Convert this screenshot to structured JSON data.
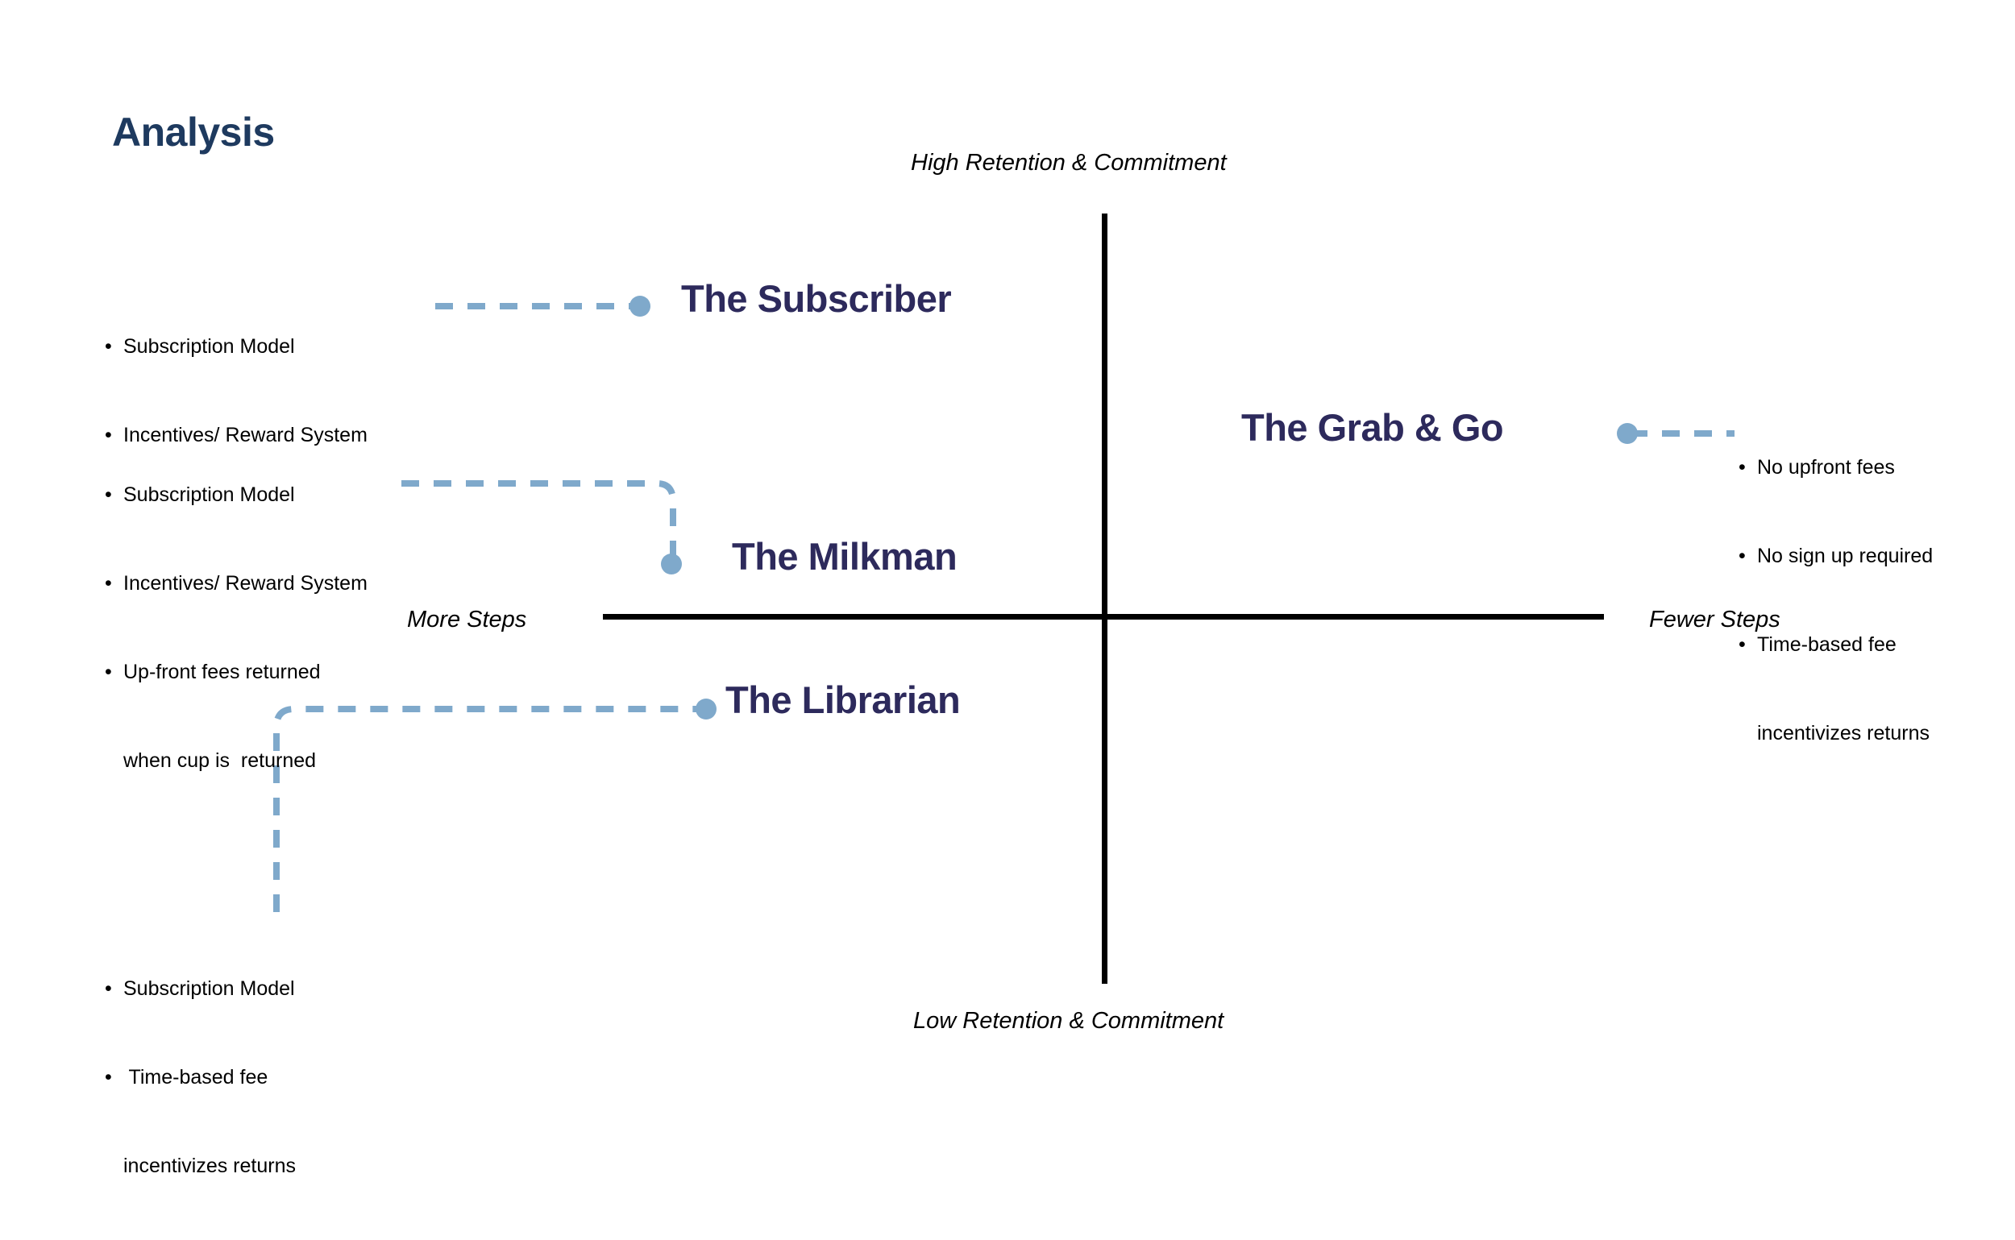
{
  "slide": {
    "title": "Analysis",
    "title_color": "#1E3A5F",
    "background": "#FFFFFF",
    "accent_color": "#7FA9CB",
    "quadrant_title_color": "#2D2A5C",
    "axis_color": "#000000"
  },
  "axes": {
    "top_label": "High Retention & Commitment",
    "bottom_label": "Low Retention & Commitment",
    "left_label": "More Steps",
    "right_label": "Fewer Steps"
  },
  "quadrants": [
    {
      "id": "subscriber",
      "label": "The Subscriber",
      "position": "upper-left",
      "bullets": [
        "Subscription Model",
        "Incentives/ Reward System"
      ]
    },
    {
      "id": "grab-and-go",
      "label": "The Grab & Go",
      "position": "upper-right",
      "bullets": [
        "No upfront fees",
        "No sign up required",
        "Time-based fee"
      ],
      "bullet_continuation": "incentivizes returns"
    },
    {
      "id": "milkman",
      "label": "The Milkman",
      "position": "upper-left-lower",
      "bullets": [
        "Subscription Model",
        "Incentives/ Reward System",
        "Up-front fees returned"
      ],
      "bullet_continuation": "when cup is  returned"
    },
    {
      "id": "librarian",
      "label": "The Librarian",
      "position": "lower-left",
      "bullets": [
        "Subscription Model",
        " Time-based fee"
      ],
      "bullet_continuation": "incentivizes returns"
    }
  ],
  "chart_data": {
    "type": "scatter",
    "title": "Analysis",
    "xlabel": "Steps",
    "ylabel": "Retention & Commitment",
    "x_axis_labels": [
      "More Steps",
      "Fewer Steps"
    ],
    "y_axis_labels": [
      "Low Retention & Commitment",
      "High Retention & Commitment"
    ],
    "grid": false,
    "legend": "none",
    "points": [
      {
        "label": "The Subscriber",
        "x": -0.9,
        "y": 0.84
      },
      {
        "label": "The Grab & Go",
        "x": 1.02,
        "y": 0.5
      },
      {
        "label": "The Milkman",
        "x": -0.87,
        "y": 0.16
      },
      {
        "label": "The Librarian",
        "x": -0.8,
        "y": -0.21
      }
    ]
  }
}
